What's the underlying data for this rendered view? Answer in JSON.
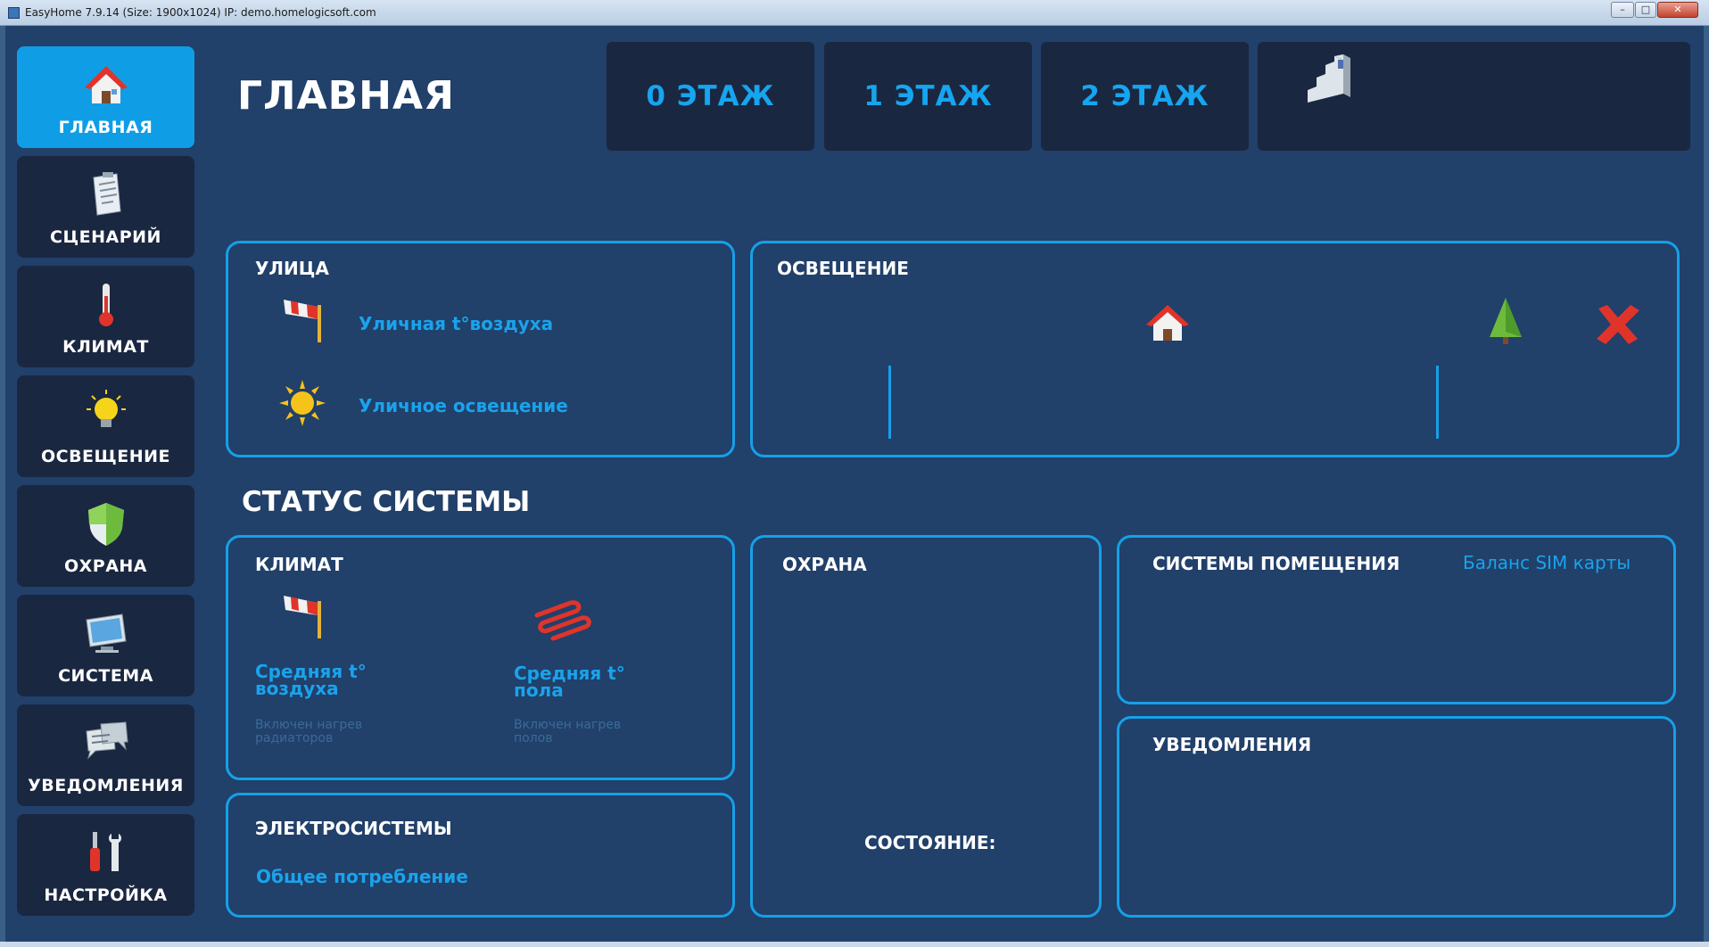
{
  "window": {
    "title": "EasyHome 7.9.14 (Size: 1900x1024) IP: demo.homelogicsoft.com"
  },
  "sidebar": {
    "items": [
      {
        "label": "ГЛАВНАЯ",
        "icon": "home-icon",
        "active": true
      },
      {
        "label": "СЦЕНАРИЙ",
        "icon": "scenario-document-icon"
      },
      {
        "label": "КЛИМАТ",
        "icon": "thermometer-icon"
      },
      {
        "label": "ОСВЕЩЕНИЕ",
        "icon": "light-bulb-icon"
      },
      {
        "label": "ОХРАНА",
        "icon": "shield-icon"
      },
      {
        "label": "СИСТЕМА",
        "icon": "monitor-icon"
      },
      {
        "label": "УВЕДОМЛЕНИЯ",
        "icon": "messages-icon"
      },
      {
        "label": "НАСТРОЙКА",
        "icon": "tools-icon"
      }
    ]
  },
  "header": {
    "title": "ГЛАВНАЯ",
    "floors": [
      "0 ЭТАЖ",
      "1 ЭТАЖ",
      "2 ЭТАЖ"
    ],
    "extra_icon": "stairs-icon"
  },
  "street": {
    "title": "УЛИЦА",
    "air_temp_label": "Уличная t°воздуха",
    "lighting_label": "Уличное освещение"
  },
  "lighting": {
    "title": "ОСВЕЩЕНИЕ",
    "icons": [
      "house-icon",
      "tree-icon",
      "close-x-icon"
    ]
  },
  "status_title": "СТАТУС СИСТЕМЫ",
  "climate": {
    "title": "КЛИМАТ",
    "air_label": "Средняя t° воздуха",
    "air_sub": "Включен нагрев радиаторов",
    "floor_label": "Средняя t° пола",
    "floor_sub": "Включен нагрев полов"
  },
  "electro": {
    "title": "ЭЛЕКТРОСИСТЕМЫ",
    "consumption_label": "Общее потребление"
  },
  "security": {
    "title": "ОХРАНА",
    "state_label": "СОСТОЯНИЕ:"
  },
  "room_systems": {
    "title": "СИСТЕМЫ ПОМЕЩЕНИЯ",
    "sim_label": "Баланс SIM карты"
  },
  "notifications": {
    "title": "УВЕДОМЛЕНИЯ"
  },
  "colors": {
    "accent": "#16a0e8",
    "background": "#21406a",
    "tile": "#1a2740",
    "active_tile": "#0f9ee6"
  }
}
